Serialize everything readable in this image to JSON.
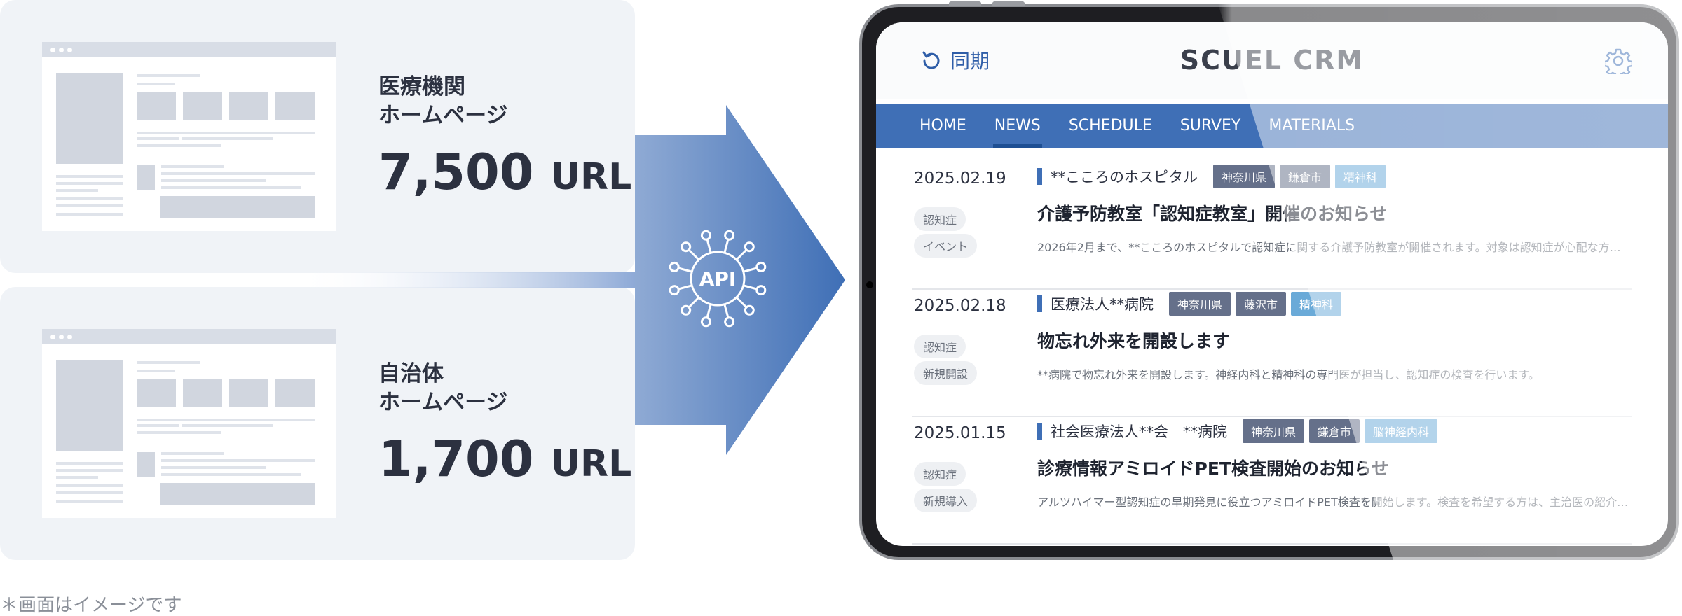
{
  "sources": [
    {
      "title_line1": "医療機関",
      "title_line2": "ホームページ",
      "count": "7,500",
      "unit": "URL"
    },
    {
      "title_line1": "自治体",
      "title_line2": "ホームページ",
      "count": "1,700",
      "unit": "URL"
    }
  ],
  "api_label": "API",
  "note": "＊画面はイメージです",
  "tablet": {
    "sync_label": "同期",
    "brand": "SCUEL CRM",
    "nav": [
      "HOME",
      "NEWS",
      "SCHEDULE",
      "SURVEY",
      "MATERIALS"
    ],
    "active_nav": "NEWS",
    "news": [
      {
        "date": "2025.02.19",
        "categories": [
          "認知症",
          "イベント"
        ],
        "institution": "**こころのホスピタル",
        "prefecture": "神奈川県",
        "city": "鎌倉市",
        "department": "精神科",
        "title": "介護予防教室「認知症教室」開催のお知らせ",
        "body": "2026年2月まで、**こころのホスピタルで認知症に関する介護予防教室が開催されます。対象は認知症が心配な方…"
      },
      {
        "date": "2025.02.18",
        "categories": [
          "認知症",
          "新規開設"
        ],
        "institution": "医療法人**病院",
        "prefecture": "神奈川県",
        "city": "藤沢市",
        "department": "精神科",
        "title": "物忘れ外来を開設します",
        "body": "**病院で物忘れ外来を開設します。神経内科と精神科の専門医が担当し、認知症の検査を行います。"
      },
      {
        "date": "2025.01.15",
        "categories": [
          "認知症",
          "新規導入"
        ],
        "institution": "社会医療法人**会　**病院",
        "prefecture": "神奈川県",
        "city": "鎌倉市",
        "department": "脳神経内科",
        "title": "診療情報アミロイドPET検査開始のお知らせ",
        "body": "アルツハイマー型認知症の早期発見に役立つアミロイドPET検査を開始します。検査を希望する方は、主治医の紹介…"
      }
    ]
  },
  "colors": {
    "accent": "#3f6fb6",
    "card_bg": "#f0f3f7",
    "dept_chip": "#6aaad8",
    "area_chip": "#65708a"
  },
  "icons": {
    "sync": "refresh-icon",
    "settings": "gear-icon",
    "api": "network-hub-icon"
  }
}
